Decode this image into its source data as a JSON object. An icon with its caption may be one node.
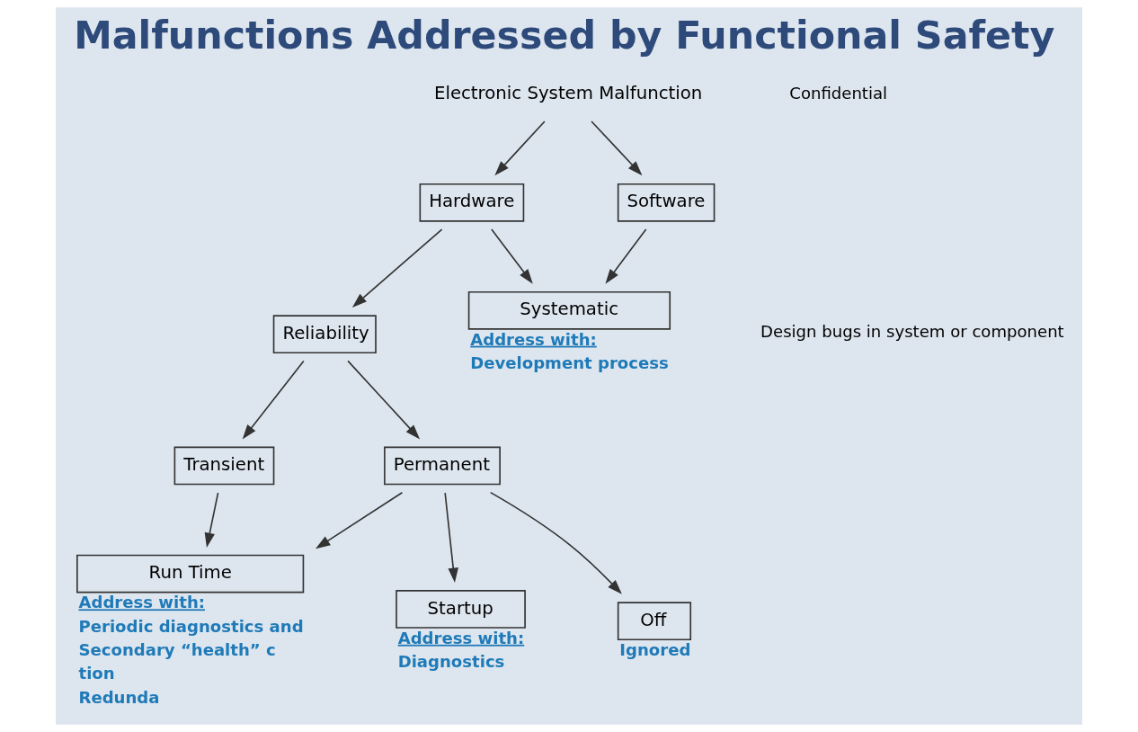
{
  "diagram": {
    "title": "Malfunctions Addressed by Functional Safety",
    "nodes": [
      {
        "text": [
          "Electronic System Malfunction"
        ]
      },
      {
        "text": [
          "Hardware"
        ]
      },
      {
        "text": [
          "Software"
        ]
      },
      {
        "text": [
          "Reliability"
        ]
      },
      {
        "text": [
          "Systematic"
        ],
        "beside": [
          "Address with:",
          "Development process"
        ]
      },
      {
        "text": [
          "Transient"
        ]
      },
      {
        "text": [
          "Permanent"
        ]
      },
      {
        "text": [
          "Run Time"
        ],
        "beside": [
          "Address with:",
          "Periodic diagnostics and",
          "Secondary “health” c",
          "tion",
          "Redunda"
        ]
      },
      {
        "text": [
          "Startup"
        ],
        "beside": [
          "Address with:",
          "Diagnostics"
        ]
      },
      {
        "text": [
          "Off"
        ],
        "beside": [
          "Ignored"
        ]
      }
    ],
    "edges": [
      {
        "from": 0,
        "to": 1,
        "arrow": "to"
      },
      {
        "from": 0,
        "to": 2,
        "arrow": "to"
      },
      {
        "from": 1,
        "to": 3,
        "arrow": "to"
      },
      {
        "from": 1,
        "to": 4,
        "arrow": "to"
      },
      {
        "from": 2,
        "to": 4,
        "arrow": "to"
      },
      {
        "from": 3,
        "to": 5,
        "arrow": "to"
      },
      {
        "from": 3,
        "to": 6,
        "arrow": "to"
      },
      {
        "from": 5,
        "to": 7,
        "arrow": "to"
      },
      {
        "from": 6,
        "to": 7,
        "arrow": "to"
      },
      {
        "from": 6,
        "to": 8,
        "arrow": "to"
      },
      {
        "from": 6,
        "to": 9,
        "arrow": "to"
      }
    ],
    "labels": [
      "Design bugs in system or component",
      "Confidential"
    ]
  }
}
